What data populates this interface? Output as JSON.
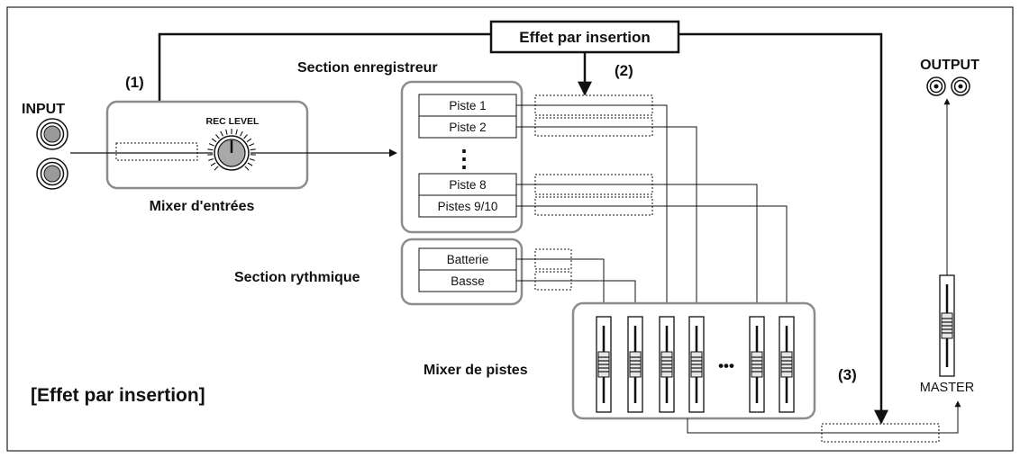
{
  "header": {
    "effect_label": "Effet par insertion"
  },
  "markers": {
    "one": "(1)",
    "two": "(2)",
    "three": "(3)"
  },
  "input": {
    "label": "INPUT"
  },
  "output": {
    "label": "OUTPUT"
  },
  "input_mixer": {
    "rec_level_label": "REC LEVEL",
    "title": "Mixer d'entrées"
  },
  "recorder": {
    "title": "Section enregistreur",
    "tracks": [
      "Piste 1",
      "Piste 2",
      "Piste 8",
      "Pistes 9/10"
    ],
    "ellipsis": "⋮"
  },
  "rhythm": {
    "title": "Section rythmique",
    "tracks": [
      "Batterie",
      "Basse"
    ]
  },
  "track_mixer": {
    "title": "Mixer de pistes",
    "ellipsis": "•••"
  },
  "master": {
    "label": "MASTER"
  },
  "footer": {
    "title": "[Effet par insertion]"
  },
  "colors": {
    "line": "#111111",
    "panel_border": "#8c8c8c",
    "fader_fill": "#e6e6e6"
  },
  "icons": {
    "knob": "knob-icon",
    "jack": "jack-icon",
    "fader": "fader-icon",
    "arrowhead": "arrowhead-icon"
  }
}
